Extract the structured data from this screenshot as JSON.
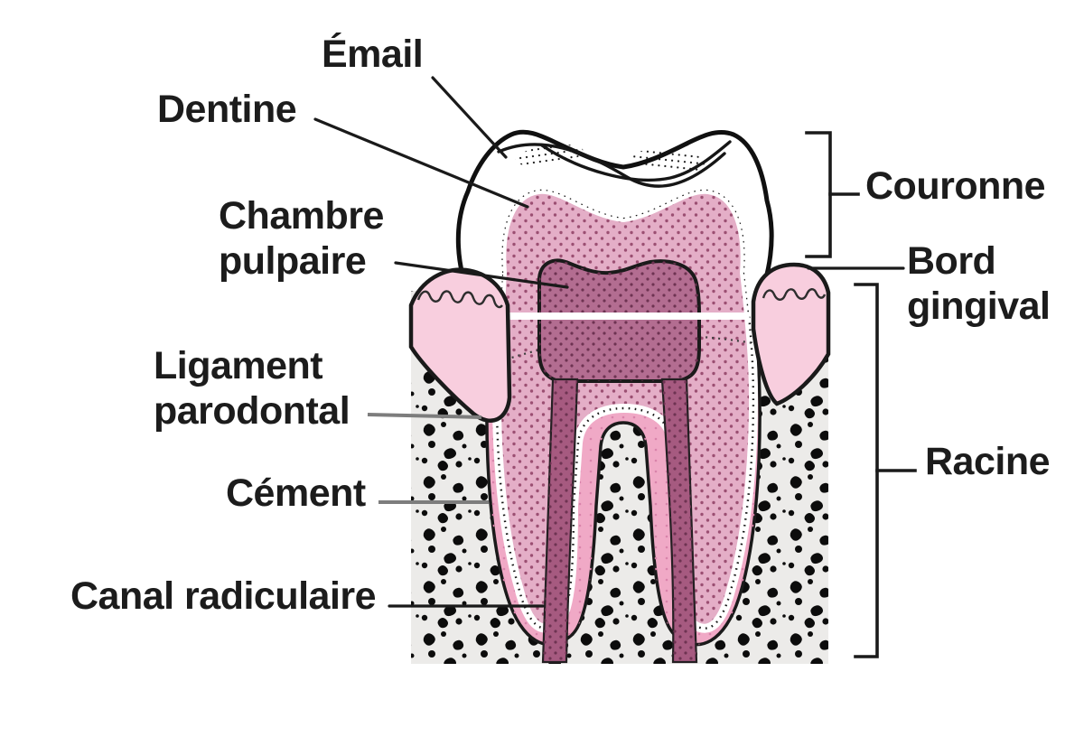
{
  "labels": {
    "email": "Émail",
    "dentine": "Dentine",
    "chambre_pulpaire": [
      "Chambre",
      "pulpaire"
    ],
    "ligament_parodontal": [
      "Ligament",
      "parodontal"
    ],
    "cement": "Cément",
    "canal_radiculaire": "Canal radiculaire",
    "couronne": "Couronne",
    "bord_gingival": [
      "Bord",
      "gingival"
    ],
    "racine": "Racine"
  },
  "colors": {
    "background": "#ffffff",
    "outline": "#1a1a1a",
    "enamel": "#ffffff",
    "dentine": "#e4aec7",
    "dentine_dots": "#9b4f72",
    "pulp": "#b36d91",
    "pulp_dots": "#6e3352",
    "root_canal": "#a65a80",
    "ligament": "#f0a9c6",
    "ligament_dots": "#d983ab",
    "gum": "#f8cede",
    "bone": "#ecebe9",
    "bone_speckle": "#0c0c0c",
    "leader_gray": "#7d7d7d",
    "label_color": "#1c1c1c"
  }
}
